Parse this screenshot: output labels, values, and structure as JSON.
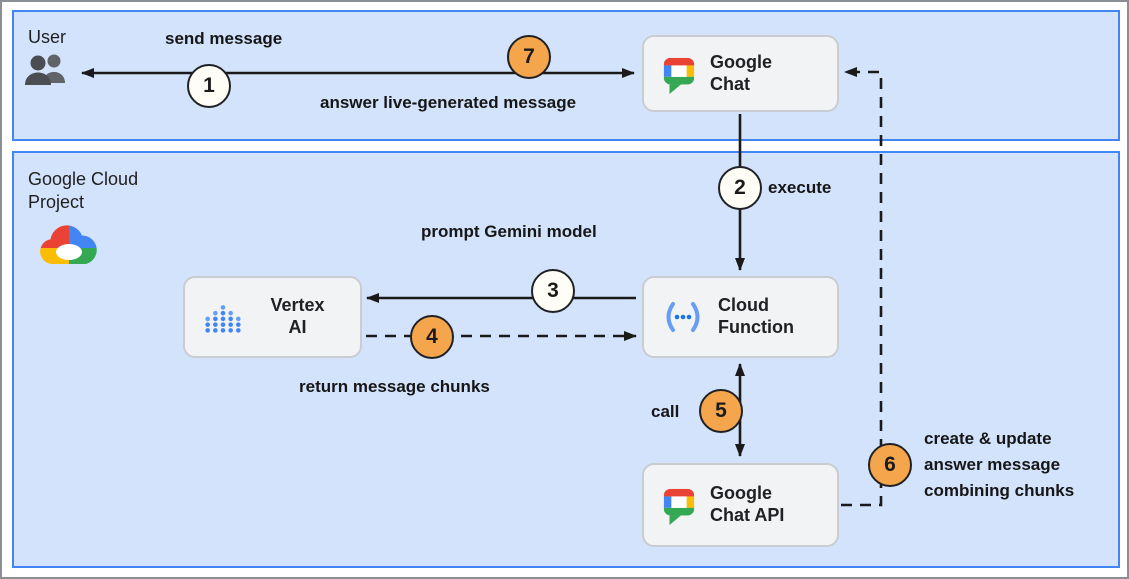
{
  "lanes": {
    "user": {
      "title": "User"
    },
    "gcp": {
      "line1": "Google Cloud",
      "line2": "Project"
    }
  },
  "nodes": {
    "google_chat": {
      "line1": "Google",
      "line2": "Chat"
    },
    "vertex_ai": {
      "line1": "Vertex",
      "line2": "AI"
    },
    "cloud_function": {
      "line1": "Cloud",
      "line2": "Function"
    },
    "google_chat_api": {
      "line1": "Google",
      "line2": "Chat API"
    }
  },
  "flow": [
    {
      "num": "1",
      "label": "send message",
      "style": "light"
    },
    {
      "num": "2",
      "label": "execute",
      "style": "light"
    },
    {
      "num": "3",
      "label": "prompt Gemini model",
      "style": "light"
    },
    {
      "num": "4",
      "label": "return message chunks",
      "style": "orange"
    },
    {
      "num": "5",
      "label": "call",
      "style": "orange"
    },
    {
      "num": "6",
      "lines": [
        "create & update",
        "answer message",
        "combining chunks"
      ],
      "style": "orange"
    },
    {
      "num": "7",
      "label": "answer live-generated message",
      "style": "orange"
    }
  ],
  "icons": {
    "user_lane": "people-icon",
    "google_cloud": "google-cloud-logo-icon",
    "google_chat": "google-chat-icon",
    "vertex_ai": "vertex-ai-icon",
    "cloud_function": "cloud-function-icon",
    "google_chat_api": "google-chat-icon"
  },
  "colors": {
    "lane_fill": "#D3E3FC",
    "lane_border": "#4285F4",
    "node_fill": "#F1F3F4",
    "node_border": "#C9CCD0",
    "step_light_fill": "#FFFEF6",
    "step_orange_fill": "#F5A64C",
    "arrow": "#1A1A1A",
    "google_blue": "#4285F4",
    "google_red": "#EA4335",
    "google_yellow": "#FBBC04",
    "google_green": "#34A853"
  }
}
